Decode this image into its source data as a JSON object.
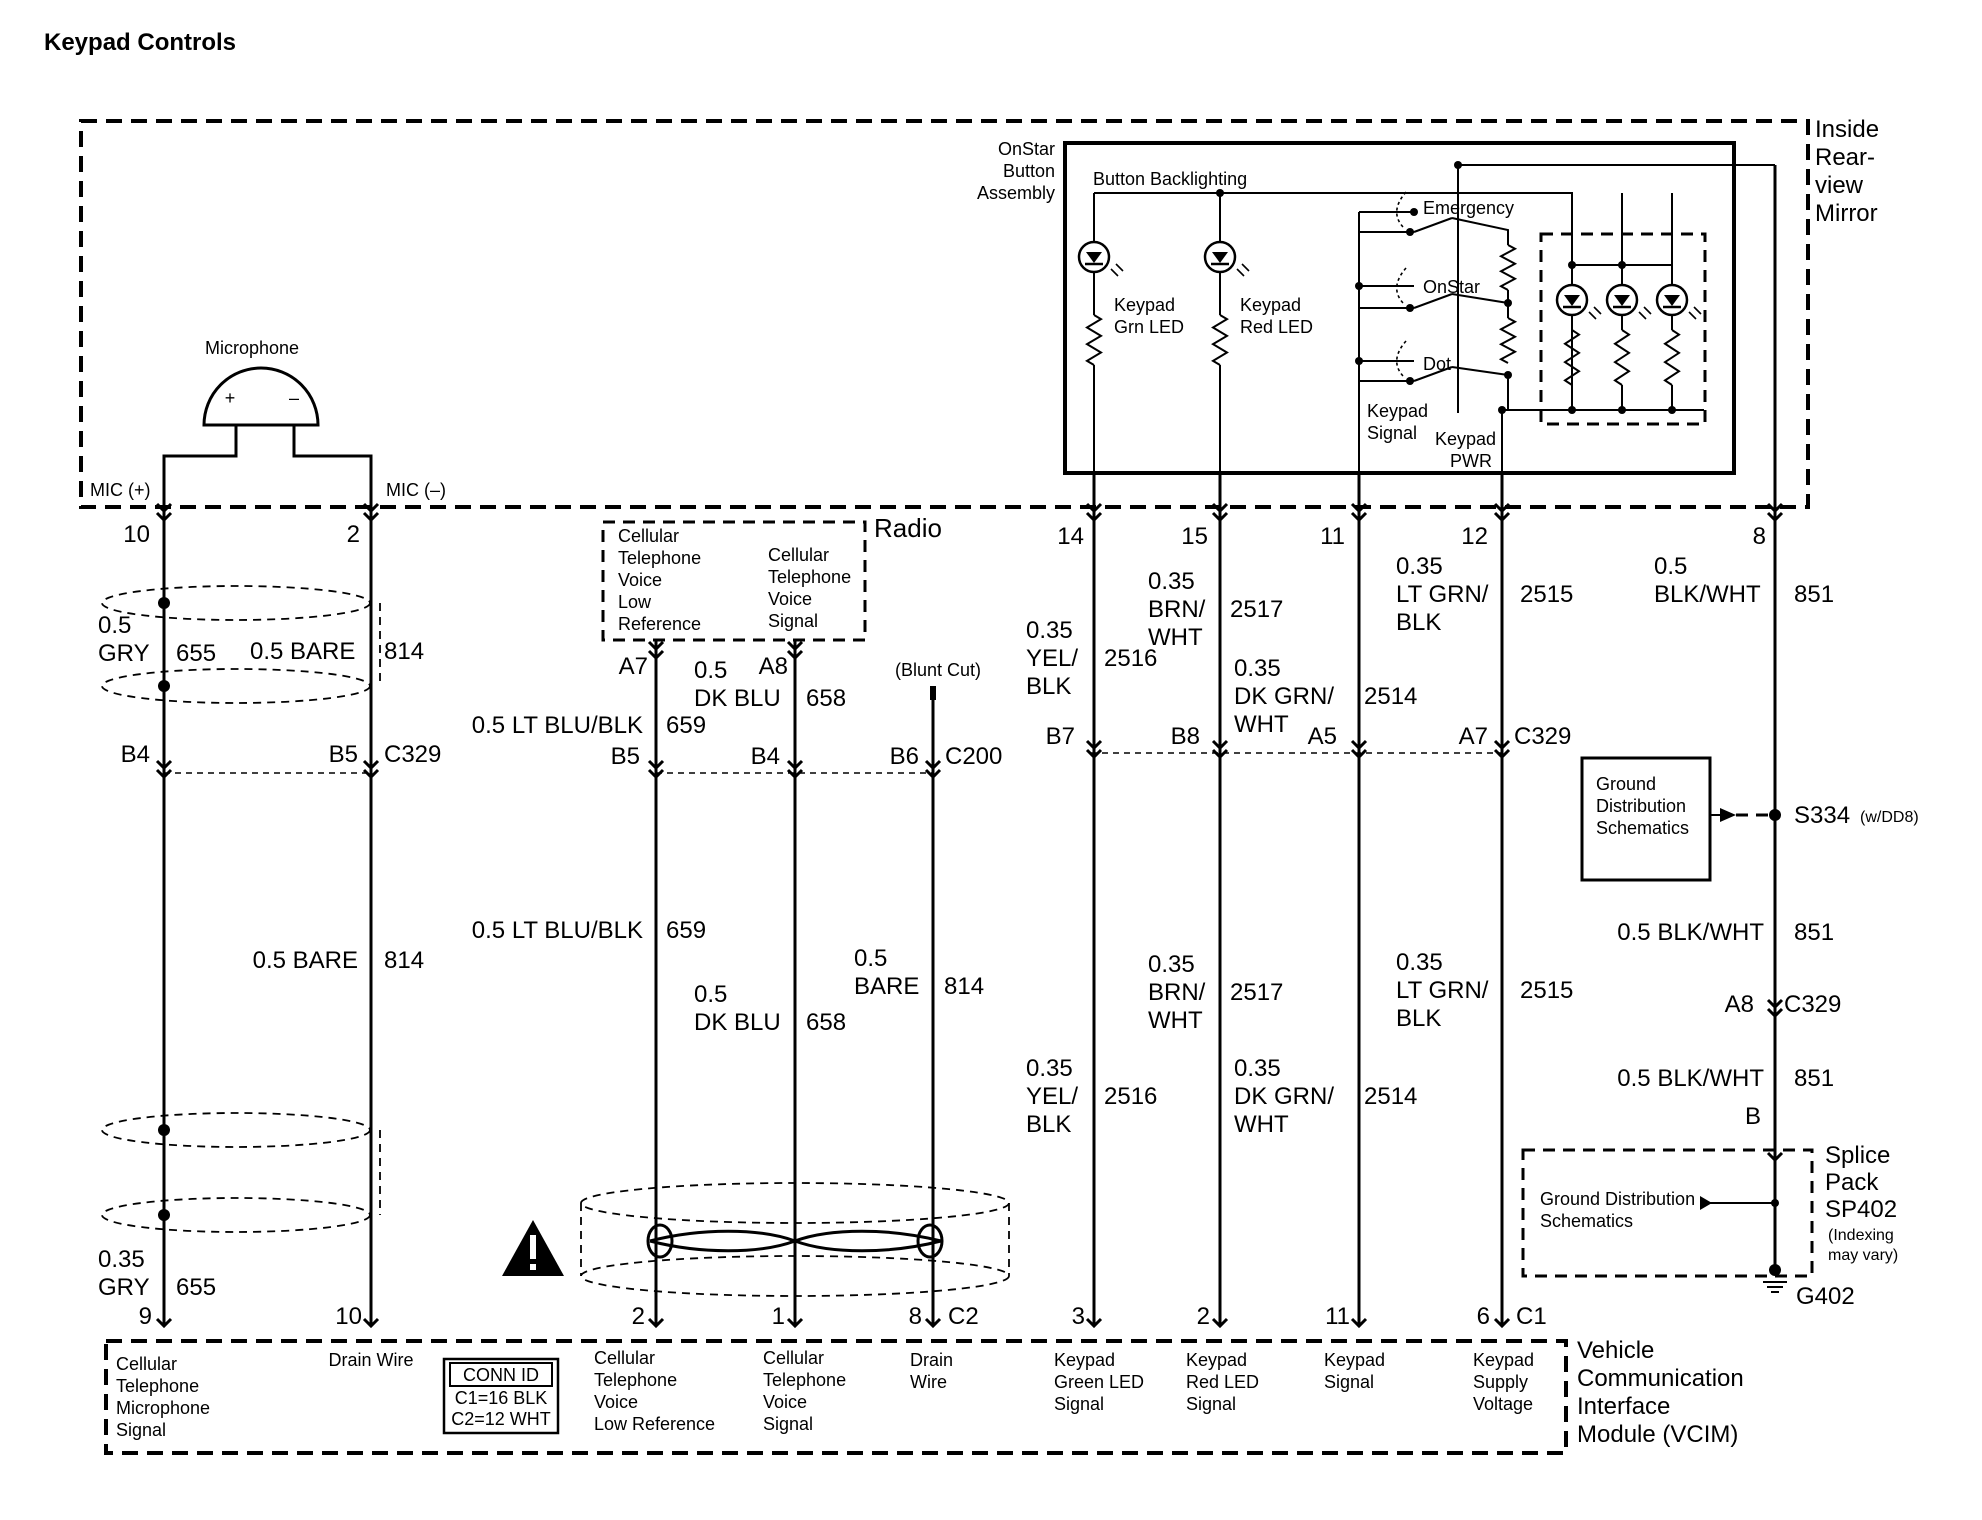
{
  "title": "Keypad Controls",
  "mirror": {
    "label": [
      "Inside",
      "Rear-",
      "view",
      "Mirror"
    ],
    "microphone": "Microphone",
    "mic_plus": "MIC (+)",
    "mic_minus": "MIC (–)",
    "onstar_assembly": [
      "OnStar",
      "Button",
      "Assembly"
    ],
    "button_backlighting": "Button Backlighting",
    "grn_led": [
      "Keypad",
      "Grn LED"
    ],
    "red_led": [
      "Keypad",
      "Red LED"
    ],
    "switches": [
      "Emergency",
      "OnStar",
      "Dot"
    ],
    "keypad_signal": [
      "Keypad",
      "Signal"
    ],
    "keypad_pwr": [
      "Keypad",
      "PWR"
    ]
  },
  "radio": {
    "label": "Radio",
    "left": [
      "Cellular",
      "Telephone",
      "Voice",
      "Low",
      "Reference"
    ],
    "right": [
      "Cellular",
      "Telephone",
      "Voice",
      "Signal"
    ],
    "blunt_cut": "(Blunt Cut)"
  },
  "pins_top": [
    "10",
    "2",
    "14",
    "15",
    "11",
    "12",
    "8"
  ],
  "radio_pins": [
    "A7",
    "A8"
  ],
  "connectors": {
    "c329_left": [
      "B4",
      "B5",
      "C329"
    ],
    "c200": [
      "B5",
      "B4",
      "B6",
      "C200"
    ],
    "c329_right": [
      "B7",
      "B8",
      "A5",
      "A7",
      "C329"
    ],
    "c329_lower": [
      "A8",
      "C329"
    ],
    "splice_pin": "B"
  },
  "wires": {
    "w655_gauge": [
      "0.5",
      "GRY"
    ],
    "w655": "655",
    "w814_top": "0.5 BARE",
    "c814": "814",
    "w659": "0.5 LT BLU/BLK",
    "c659": "659",
    "w658": [
      "0.5",
      "DK BLU"
    ],
    "c658": "658",
    "w814_bare": [
      "0.5",
      "BARE"
    ],
    "w2516": [
      "0.35",
      "YEL/",
      "BLK"
    ],
    "c2516": "2516",
    "w2517": [
      "0.35",
      "BRN/",
      "WHT"
    ],
    "c2517": "2517",
    "w2514": [
      "0.35",
      "DK GRN/",
      "WHT"
    ],
    "c2514": "2514",
    "w2515": [
      "0.35",
      "LT GRN/",
      "BLK"
    ],
    "c2515": "2515",
    "w851_top": [
      "0.5",
      "BLK/WHT"
    ],
    "c851": "851",
    "w851": "0.5 BLK/WHT",
    "w655_bot": [
      "0.35",
      "GRY"
    ]
  },
  "ground": {
    "box": [
      "Ground",
      "Distribution",
      "Schematics"
    ],
    "splice": "S334",
    "splice_note": "(w/DD8)",
    "pack": [
      "Splice",
      "Pack",
      "SP402"
    ],
    "pack_note": [
      "(Indexing",
      "may vary)"
    ],
    "pack_box": [
      "Ground Distribution",
      "Schematics"
    ],
    "g402": "G402"
  },
  "pins_bottom": [
    "9",
    "10",
    "2",
    "1",
    "8",
    "C2",
    "3",
    "2",
    "11",
    "6",
    "C1"
  ],
  "vcim": {
    "label": [
      "Vehicle",
      "Communication",
      "Interface",
      "Module (VCIM)"
    ],
    "mic_signal": [
      "Cellular",
      "Telephone",
      "Microphone",
      "Signal"
    ],
    "drain_wire": "Drain Wire",
    "conn_id": "CONN ID",
    "c1": "C1=16 BLK",
    "c2": "C2=12 WHT",
    "voice_low": [
      "Cellular",
      "Telephone",
      "Voice",
      "Low Reference"
    ],
    "voice_sig": [
      "Cellular",
      "Telephone",
      "Voice",
      "Signal"
    ],
    "drain2": [
      "Drain",
      "Wire"
    ],
    "grn_sig": [
      "Keypad",
      "Green LED",
      "Signal"
    ],
    "red_sig": [
      "Keypad",
      "Red LED",
      "Signal"
    ],
    "kp_sig": [
      "Keypad",
      "Signal"
    ],
    "kp_supply": [
      "Keypad",
      "Supply",
      "Voltage"
    ]
  }
}
